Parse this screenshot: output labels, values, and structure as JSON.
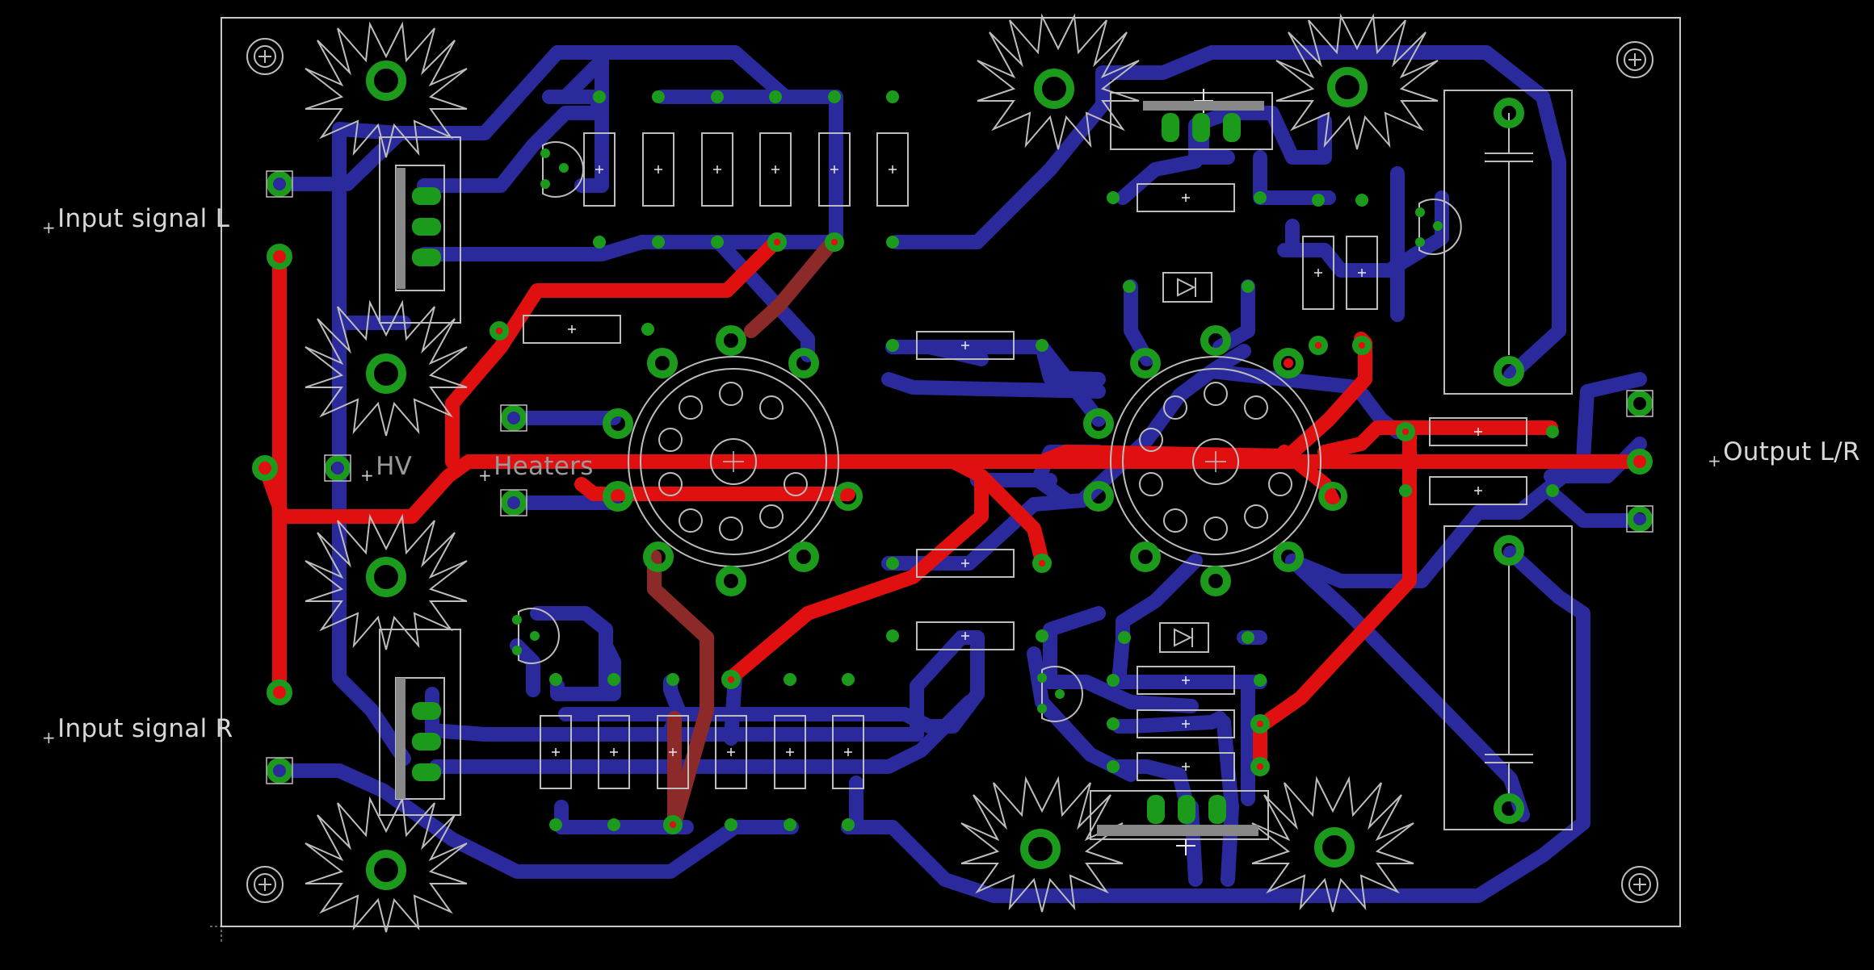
{
  "labels": {
    "input_l": "Input signal L",
    "input_r": "Input signal R",
    "output": "Output L/R",
    "hv": "HV",
    "heaters": "Heaters"
  },
  "colors": {
    "background": "#000000",
    "outline": "#c8c8c8",
    "bottom_trace": "#2a2a9c",
    "top_trace": "#e01010",
    "top_trace_dim": "#8c2a2a",
    "pad_ring": "#1c9a1c",
    "pad_hole": "#e01010",
    "silkscreen": "#bdbdbd"
  },
  "icons": [
    "mounting-hole-icon",
    "heatsink-icon",
    "tube-socket-icon",
    "resistor-icon",
    "diode-icon",
    "capacitor-icon",
    "transistor-icon",
    "regulator-icon",
    "pad-icon"
  ]
}
